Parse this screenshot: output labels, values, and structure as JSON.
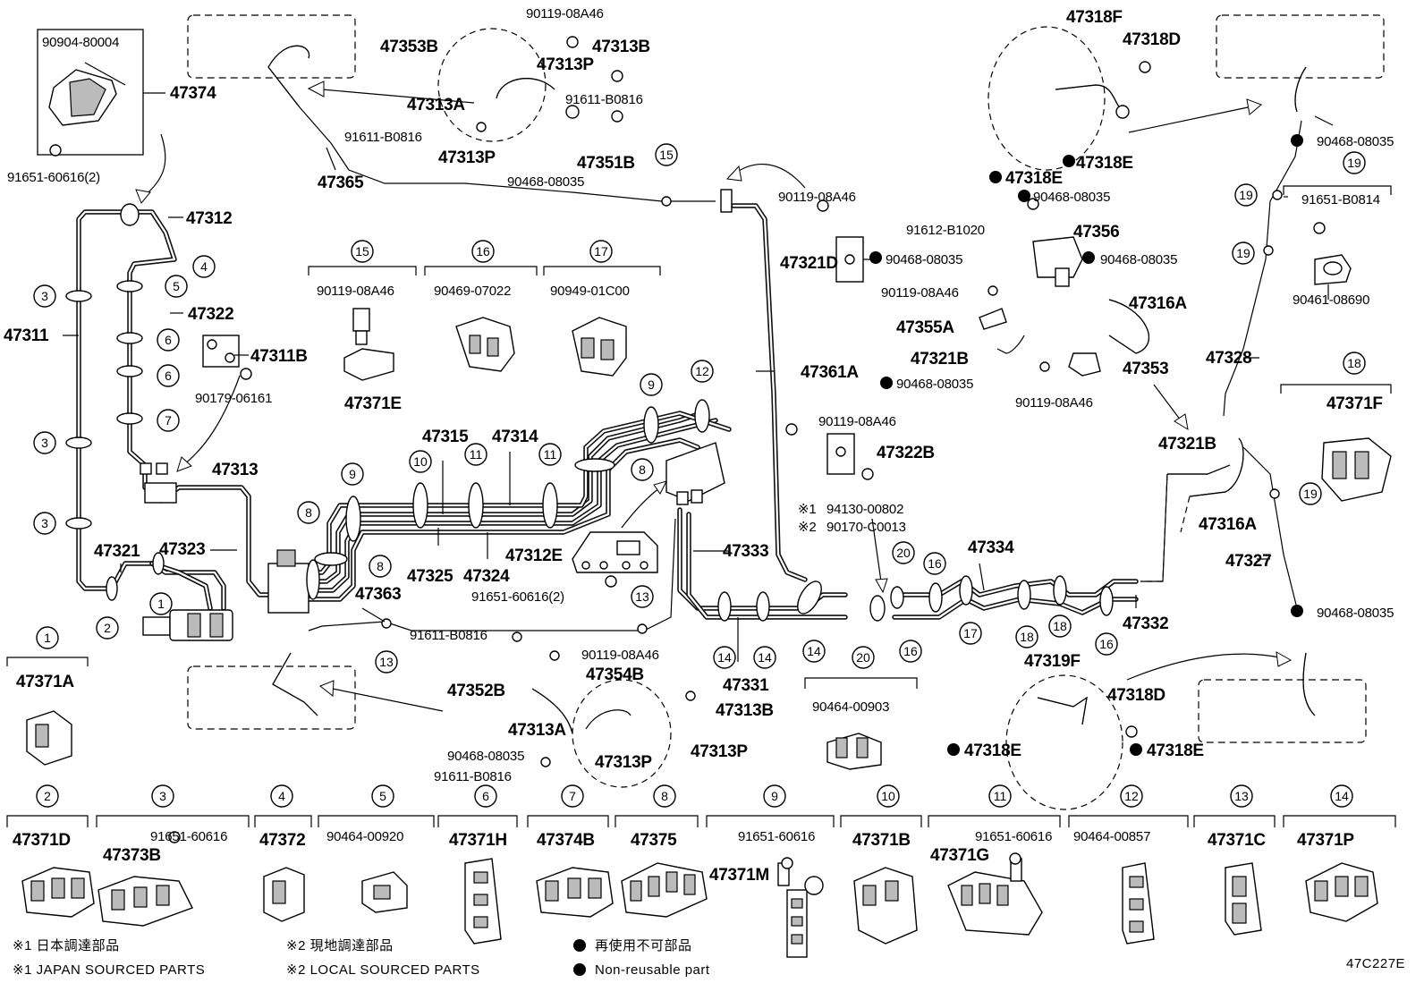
{
  "labels": {
    "p90904_80004": "90904-80004",
    "p47374": "47374",
    "p91651_60616_2a": "91651-60616(2)",
    "p47312": "47312",
    "p47311": "47311",
    "p47322": "47322",
    "p47311B": "47311B",
    "p90179_06161": "90179-06161",
    "p47313": "47313",
    "p47321": "47321",
    "p47323": "47323",
    "p47365": "47365",
    "p90119_08A46_a": "90119-08A46",
    "p47353B": "47353B",
    "p47313B_a": "47313B",
    "p47313P_a": "47313P",
    "p47313A_a": "47313A",
    "p91611_B0816_a": "91611-B0816",
    "p91611_B0816_b": "91611-B0816",
    "p47313P_b": "47313P",
    "p47351B": "47351B",
    "p90468_08035_a": "90468-08035",
    "c15_top": "90119-08A46",
    "c16_top": "90469-07022",
    "c17_top": "90949-01C00",
    "p47371E": "47371E",
    "p47315": "47315",
    "p47314": "47314",
    "p47325": "47325",
    "p47324": "47324",
    "p47312E": "47312E",
    "p91651_60616_2b": "91651-60616(2)",
    "p47333": "47333",
    "p47363": "47363",
    "p91611_B0816_c": "91611-B0816",
    "p90119_08A46_b": "90119-08A46",
    "p47352B": "47352B",
    "p47354B": "47354B",
    "p47313A_b": "47313A",
    "p47313B_b": "47313B",
    "p90468_08035_b": "90468-08035",
    "p47313P_c": "47313P",
    "p47313P_d": "47313P",
    "p91611_B0816_d": "91611-B0816",
    "p47331": "47331",
    "p47361A": "47361A",
    "p90119_08A46_c": "90119-08A46",
    "p47321D": "47321D",
    "p90468_08035_c": "90468-08035",
    "p90119_08A46_d": "90119-08A46",
    "p47355A": "47355A",
    "p47321B_a": "47321B",
    "p90468_08035_d": "90468-08035",
    "p90119_08A46_e": "90119-08A46",
    "p47318F": "47318F",
    "p47318D_a": "47318D",
    "p47318E_a": "47318E",
    "p47318E_b": "47318E",
    "p90468_08035_e": "90468-08035",
    "p91612_B1020": "91612-B1020",
    "p47356": "47356",
    "p90468_08035_f": "90468-08035",
    "p47316A_a": "47316A",
    "p47353": "47353",
    "p90119_08A46_f": "90119-08A46",
    "p47322B": "47322B",
    "note1_code": "94130-00802",
    "note2_code": "90170-C0013",
    "note1_mark": "※1",
    "note2_mark": "※2",
    "p47334": "47334",
    "p47332": "47332",
    "c20_top": "90464-00903",
    "p90468_08035_g": "90468-08035",
    "c19_top": "91651-B0814",
    "p90461_08690": "90461-08690",
    "p47328": "47328",
    "c18_top": "47371F",
    "p47321B_b": "47321B",
    "p47316A_b": "47316A",
    "p47327": "47327",
    "p90468_08035_h": "90468-08035",
    "p47319F": "47319F",
    "p47318D_b": "47318D",
    "p47318E_c": "47318E",
    "p47318E_d": "47318E",
    "c1_part": "47371A",
    "c2_part": "47371D",
    "c3_top": "91651-60616",
    "c3_part": "47373B",
    "c4_part": "47372",
    "c5_top": "90464-00920",
    "c6_part": "47371H",
    "c7_part": "47374B",
    "c8_part": "47375",
    "c9_top": "91651-60616",
    "c9_part": "47371M",
    "c10_part": "47371B",
    "c11_top": "91651-60616",
    "c11_part": "47371G",
    "c12_top": "90464-00857",
    "c13_part": "47371C",
    "c14_part": "47371P"
  },
  "footer": {
    "jp_line1": "※1 日本調達部品",
    "en_line1": "※1 JAPAN SOURCED PARTS",
    "jp_line2": "※2 現地調達部品",
    "en_line2": "※2 LOCAL SOURCED PARTS",
    "jp_line3": "再使用不可部品",
    "en_line3": "Non-reusable part",
    "code": "47C227E"
  },
  "refs": {
    "r1": "1",
    "r2": "2",
    "r3": "3",
    "r4": "4",
    "r5": "5",
    "r6": "6",
    "r7": "7",
    "r8": "8",
    "r9": "9",
    "r10": "10",
    "r11": "11",
    "r12": "12",
    "r13": "13",
    "r14": "14",
    "r15": "15",
    "r16": "16",
    "r17": "17",
    "r18": "18",
    "r19": "19",
    "r20": "20"
  }
}
